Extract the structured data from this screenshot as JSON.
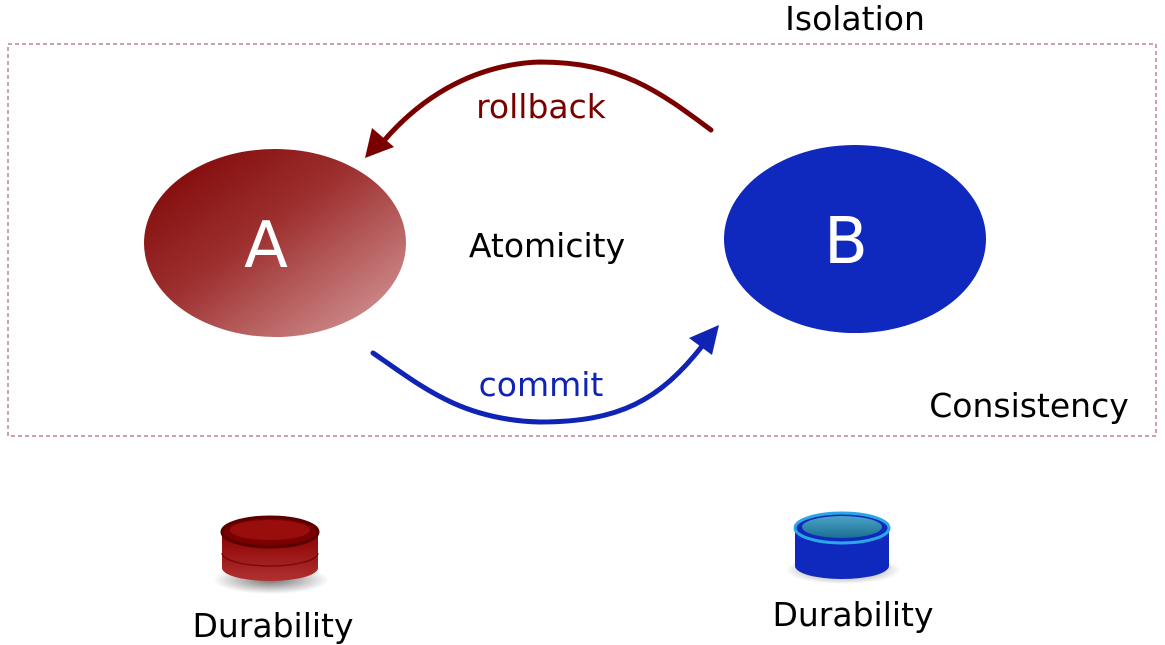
{
  "labels": {
    "isolation": "Isolation",
    "consistency": "Consistency",
    "atomicity": "Atomicity",
    "rollback": "rollback",
    "commit": "commit",
    "state_a": "A",
    "state_b": "B",
    "durability_a": "Durability",
    "durability_b": "Durability"
  },
  "colors": {
    "rollback": "#7a0000",
    "commit": "#0f23b5",
    "state_a": "#8a0f0f",
    "state_b": "#0f28bd",
    "boundary": "#a04060",
    "text": "#000000"
  },
  "icons": {
    "state_a_store": "database-cylinder-icon",
    "state_b_store": "database-cylinder-icon"
  }
}
